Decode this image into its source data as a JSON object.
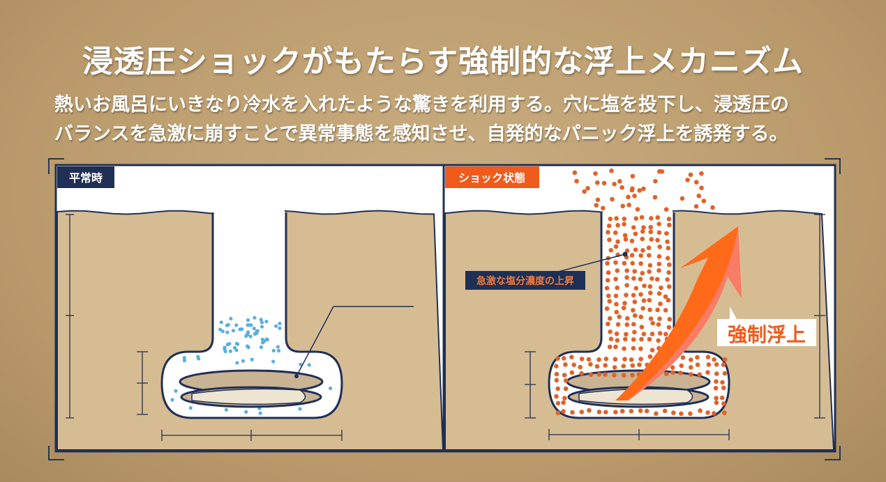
{
  "title": "浸透圧ショックがもたらす強制的な浮上メカニズム",
  "subtitle_lines": [
    "熱いお風呂にいきなり冷水を入れたような驚きを利用する。穴に塩を投下し、浸透圧の",
    "バランスを急激に崩すことで異常事態を感知させ、自発的なパニック浮上を誘発する。"
  ],
  "panels": {
    "normal": {
      "label": "平常時"
    },
    "shock": {
      "label": "ショック状態",
      "callout": "急激な塩分濃度の上昇",
      "arrow_label": "強制浮上"
    }
  },
  "colors": {
    "navy": "#1f2f55",
    "orange": "#f05a1a",
    "sand": "#d6bc93",
    "water_dot": "#5aaee0",
    "salt_dot": "#e0622a"
  }
}
